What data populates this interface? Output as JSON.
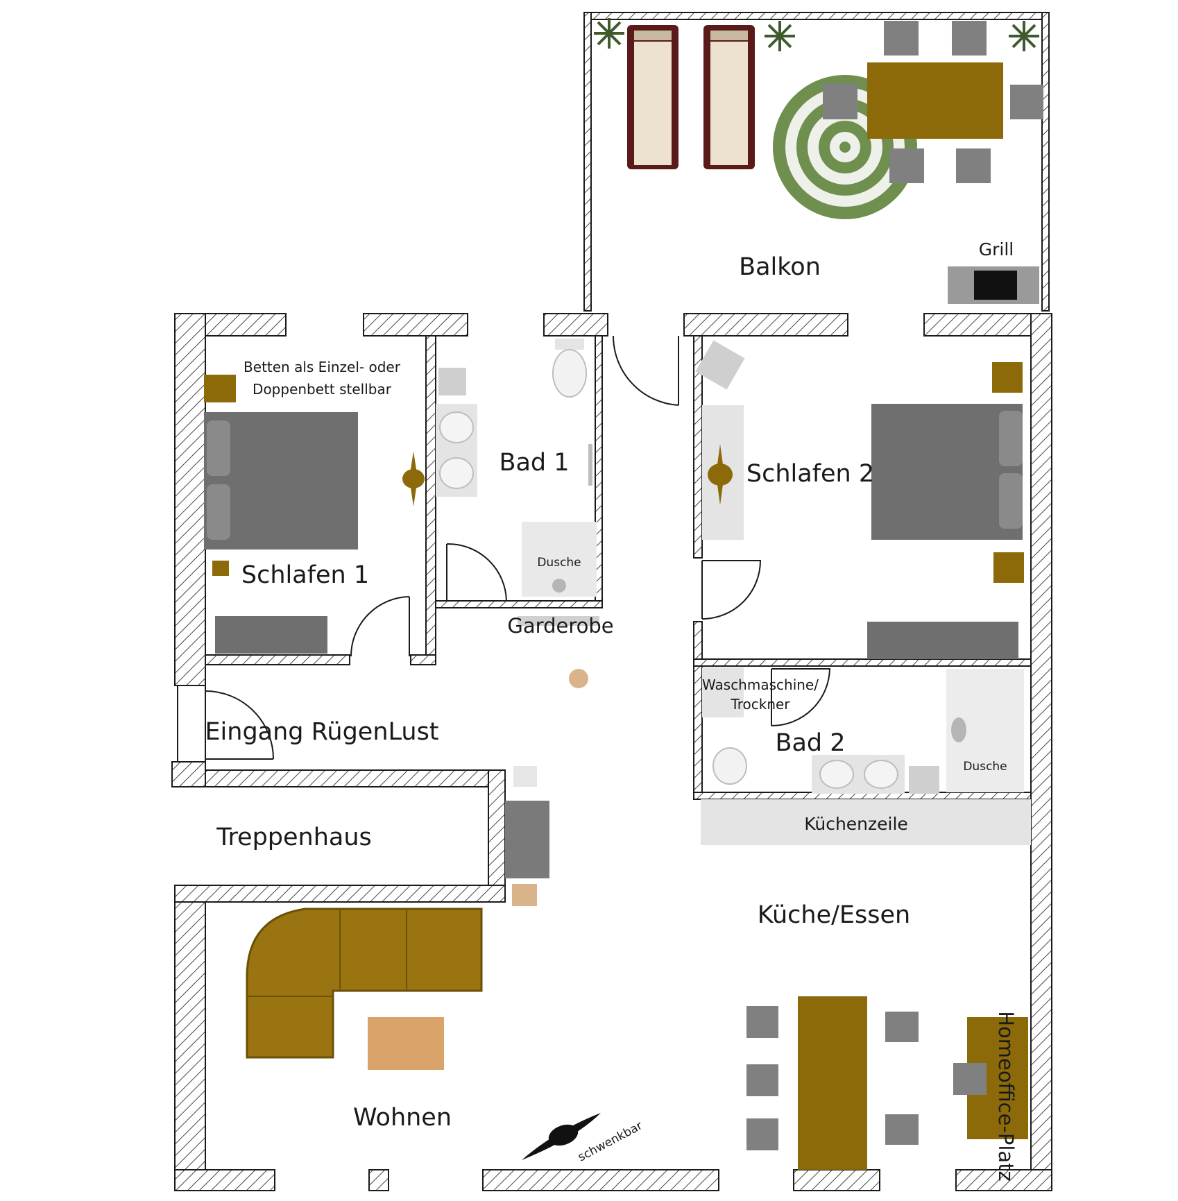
{
  "colors": {
    "wall_outline": "#1a1a1a",
    "hatch": "#444444",
    "bed": "#6f6f6f",
    "furniture_gold": "#8c6a0a",
    "sofa": "#9a7410",
    "chair": "#808080",
    "rug_green": "#6f8f4e",
    "lounger_frame": "#5a1a1a",
    "lounger_cushion": "#ece2cf",
    "coffee_table": "#d9a36a",
    "fixture_light": "#e4e4e4",
    "plant": "#3f5a2c"
  },
  "rooms": {
    "balkon": "Balkon",
    "grill": "Grill",
    "bed_note_line1": "Betten als Einzel- oder",
    "bed_note_line2": "Doppenbett stellbar",
    "bad1": "Bad 1",
    "dusche1": "Dusche",
    "schlafen1": "Schlafen 1",
    "garderobe": "Garderobe",
    "schlafen2": "Schlafen 2",
    "wasch_line1": "Waschmaschine/",
    "wasch_line2": "Trockner",
    "bad2": "Bad 2",
    "dusche2": "Dusche",
    "eingang": "Eingang RügenLust",
    "treppenhaus": "Treppenhaus",
    "kuechenzeile": "Küchenzeile",
    "kueche": "Küche/Essen",
    "wohnen": "Wohnen",
    "homeoffice": "Homeoffice-Platz",
    "schwenkbar": "schwenkbar"
  }
}
